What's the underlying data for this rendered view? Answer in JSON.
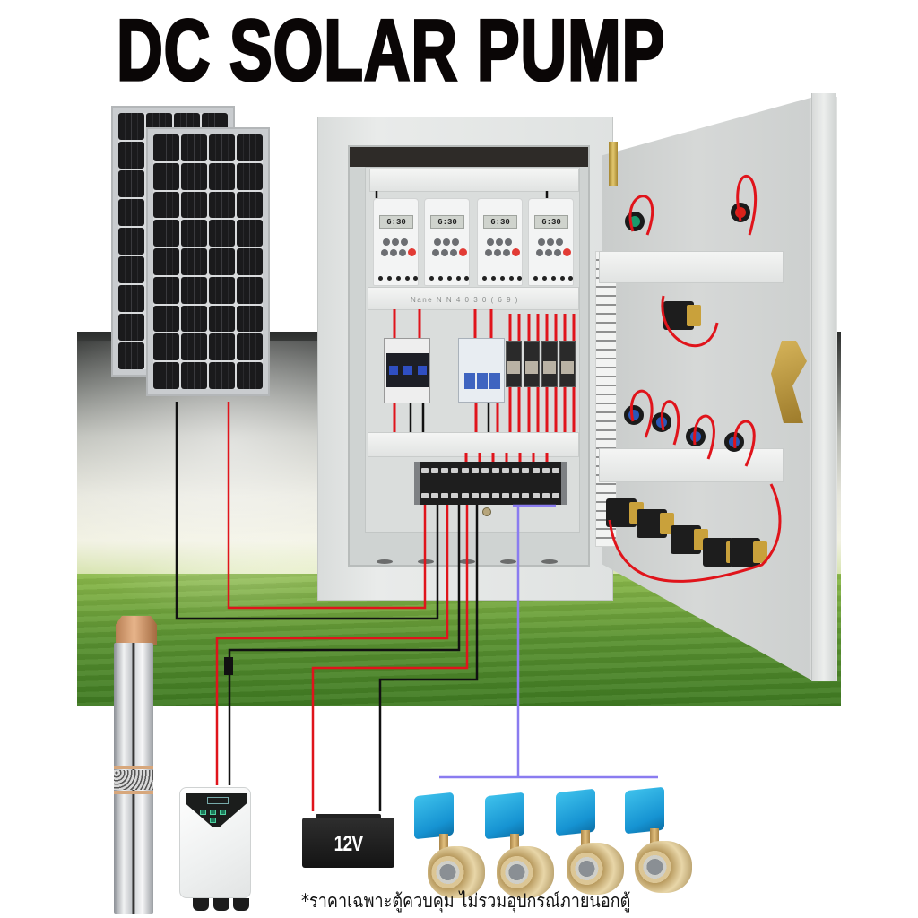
{
  "header": {
    "title": "DC SOLAR PUMP"
  },
  "colors": {
    "title_text": "#0a0606",
    "wire_positive": "#e0141b",
    "wire_negative": "#111111",
    "wire_signal": "#8a7cf0",
    "valve_actuator": "#1e9fdc",
    "indicator_green": "#1a9a6c",
    "indicator_red": "#d9231a",
    "indicator_blue": "#2b57b8",
    "background_grass": "#5a9231"
  },
  "solar_panels": {
    "count": 2,
    "columns": 4,
    "rows": 9
  },
  "control_cabinet": {
    "timers": [
      {
        "display": "6:30"
      },
      {
        "display": "6:30"
      },
      {
        "display": "6:30"
      },
      {
        "display": "6:30"
      }
    ],
    "duct_label": "Nane  N N 4 0 3 0 ( 6 9 )",
    "terminal_block_count": 14,
    "relay_count": 4,
    "door": {
      "indicator_lights": [
        {
          "color": "green"
        },
        {
          "color": "red"
        },
        {
          "color": "blue"
        },
        {
          "color": "blue"
        },
        {
          "color": "blue"
        },
        {
          "color": "blue"
        }
      ],
      "selector_switch_count": 6
    }
  },
  "components": {
    "pump": {
      "name": "submersible-pump"
    },
    "controller": {
      "name": "pump-controller"
    },
    "battery": {
      "label": "12V"
    },
    "valves": [
      {
        "name": "motorized-ball-valve-1"
      },
      {
        "name": "motorized-ball-valve-2"
      },
      {
        "name": "motorized-ball-valve-3"
      },
      {
        "name": "motorized-ball-valve-4"
      }
    ]
  },
  "footer": {
    "note": "*ราคาเฉพาะตู้ควบคุม ไม่รวมอุปกรณ์ภายนอกตู้"
  }
}
